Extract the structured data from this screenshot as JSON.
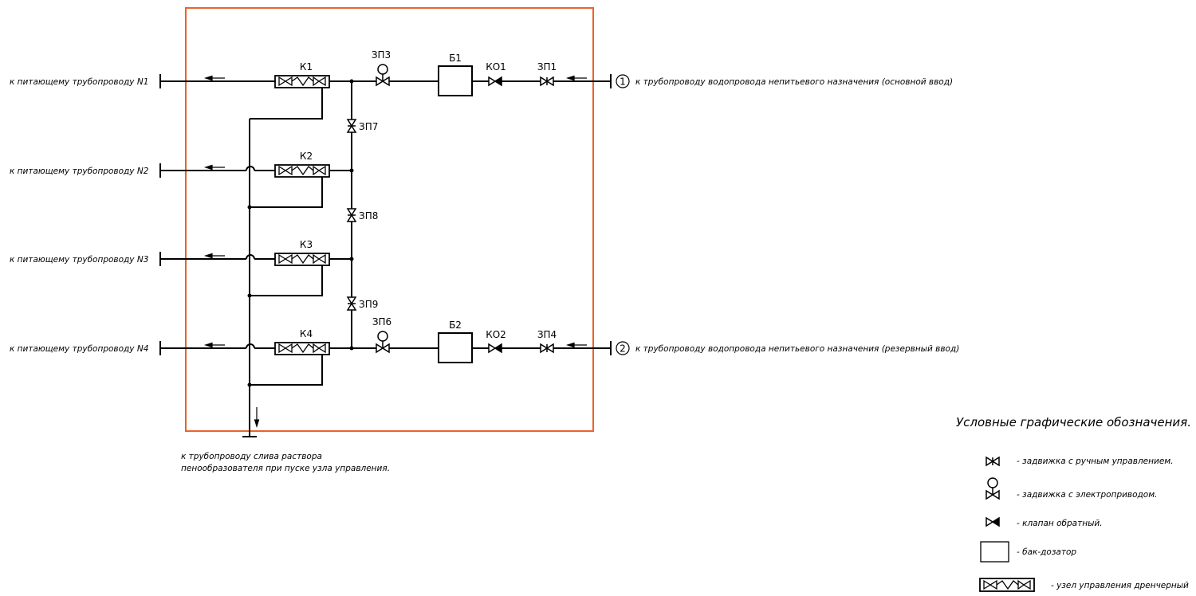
{
  "labels": {
    "k1": "К1",
    "k2": "К2",
    "k3": "К3",
    "k4": "К4",
    "zp1": "ЗП1",
    "zp3": "ЗП3",
    "zp4": "ЗП4",
    "zp6": "ЗП6",
    "zp7": "ЗП7",
    "zp8": "ЗП8",
    "zp9": "ЗП9",
    "b1": "Б1",
    "b2": "Б2",
    "ko1": "КО1",
    "ko2": "КО2"
  },
  "outlets": [
    "к питающему трубопроводу N1",
    "к питающему трубопроводу N2",
    "к питающему трубопроводу N3",
    "к питающему трубопроводу N4"
  ],
  "inlets": [
    {
      "num": "1",
      "text": "к трубопроводу водопровода непитьевого назначения (основной ввод)"
    },
    {
      "num": "2",
      "text": "к трубопроводу водопровода непитьевого назначения (резервный ввод)"
    }
  ],
  "drain": {
    "line1": "к трубопроводу слива раствора",
    "line2": "пенообразователя при пуске узла управления."
  },
  "legend": {
    "title": "Условные графические обозначения.",
    "items": [
      "- задвижка с ручным управлением.",
      "- задвижка с электроприводом.",
      "- клапан обратный.",
      "- бак-дозатор",
      "- узел управления дренчерный"
    ]
  },
  "colors": {
    "frame": "#E8642C",
    "line": "#000000"
  }
}
